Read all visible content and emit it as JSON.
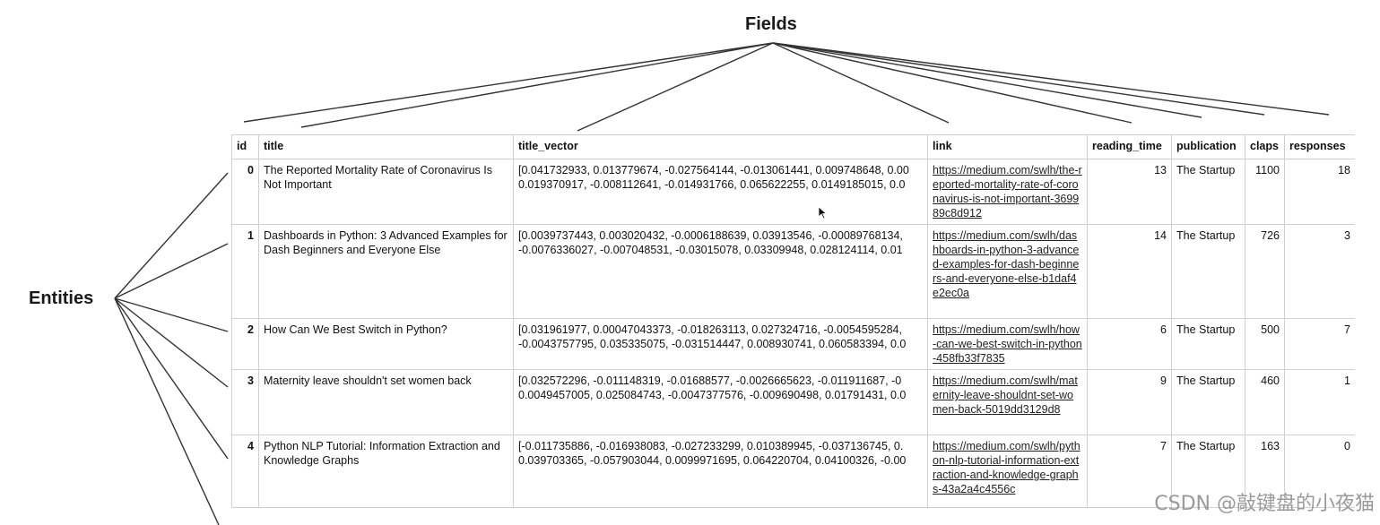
{
  "labels": {
    "fields": "Fields",
    "entities": "Entities"
  },
  "table": {
    "headers": [
      "id",
      "title",
      "title_vector",
      "link",
      "reading_time",
      "publication",
      "claps",
      "responses"
    ],
    "rows": [
      {
        "id": "0",
        "title": "The Reported Mortality Rate of Coronavirus Is Not Important",
        "title_vector": "[0.041732933, 0.013779674, -0.027564144, -0.013061441, 0.009748648, 0.00\n0.019370917, -0.008112641, -0.014931766, 0.065622255, 0.0149185015, 0.0",
        "link": "https://medium.com/swlh/the-reported-mortality-rate-of-coronavirus-is-not-important-369989c8d912",
        "reading_time": "13",
        "publication": "The Startup",
        "claps": "1100",
        "responses": "18"
      },
      {
        "id": "1",
        "title": "Dashboards in Python: 3 Advanced Examples for Dash Beginners and Everyone Else",
        "title_vector": "[0.0039737443, 0.003020432, -0.0006188639, 0.03913546, -0.00089768134,\n-0.0076336027, -0.007048531, -0.03015078, 0.03309948, 0.028124114, 0.01",
        "link": "https://medium.com/swlh/dashboards-in-python-3-advanced-examples-for-dash-beginners-and-everyone-else-b1daf4e2ec0a",
        "reading_time": "14",
        "publication": "The Startup",
        "claps": "726",
        "responses": "3"
      },
      {
        "id": "2",
        "title": "How Can We Best Switch in Python?",
        "title_vector": "[0.031961977, 0.00047043373, -0.018263113, 0.027324716, -0.0054595284,\n-0.0043757795, 0.035335075, -0.031514447, 0.008930741, 0.060583394, 0.0",
        "link": "https://medium.com/swlh/how-can-we-best-switch-in-python-458fb33f7835",
        "reading_time": "6",
        "publication": "The Startup",
        "claps": "500",
        "responses": "7"
      },
      {
        "id": "3",
        "title": "Maternity leave shouldn't set women back",
        "title_vector": "[0.032572296, -0.011148319, -0.01688577, -0.0026665623, -0.011911687, -0\n0.0049457005, 0.025084743, -0.0047377576, -0.009690498, 0.01791431, 0.0",
        "link": "https://medium.com/swlh/maternity-leave-shouldnt-set-women-back-5019dd3129d8",
        "reading_time": "9",
        "publication": "The Startup",
        "claps": "460",
        "responses": "1"
      },
      {
        "id": "4",
        "title": "Python NLP Tutorial: Information Extraction and Knowledge Graphs",
        "title_vector": "[-0.011735886, -0.016938083, -0.027233299, 0.010389945, -0.037136745, 0.\n0.039703365, -0.057903044, 0.0099971695, 0.064220704, 0.04100326, -0.00",
        "link": "https://medium.com/swlh/python-nlp-tutorial-information-extraction-and-knowledge-graphs-43a2a4c4556c",
        "reading_time": "7",
        "publication": "The Startup",
        "claps": "163",
        "responses": "0"
      }
    ]
  },
  "watermark": "CSDN @敲键盘的小夜猫",
  "colors": {
    "lines": "#333333",
    "grid": "#d0d0d0",
    "watermark": "#9a9a9a"
  }
}
